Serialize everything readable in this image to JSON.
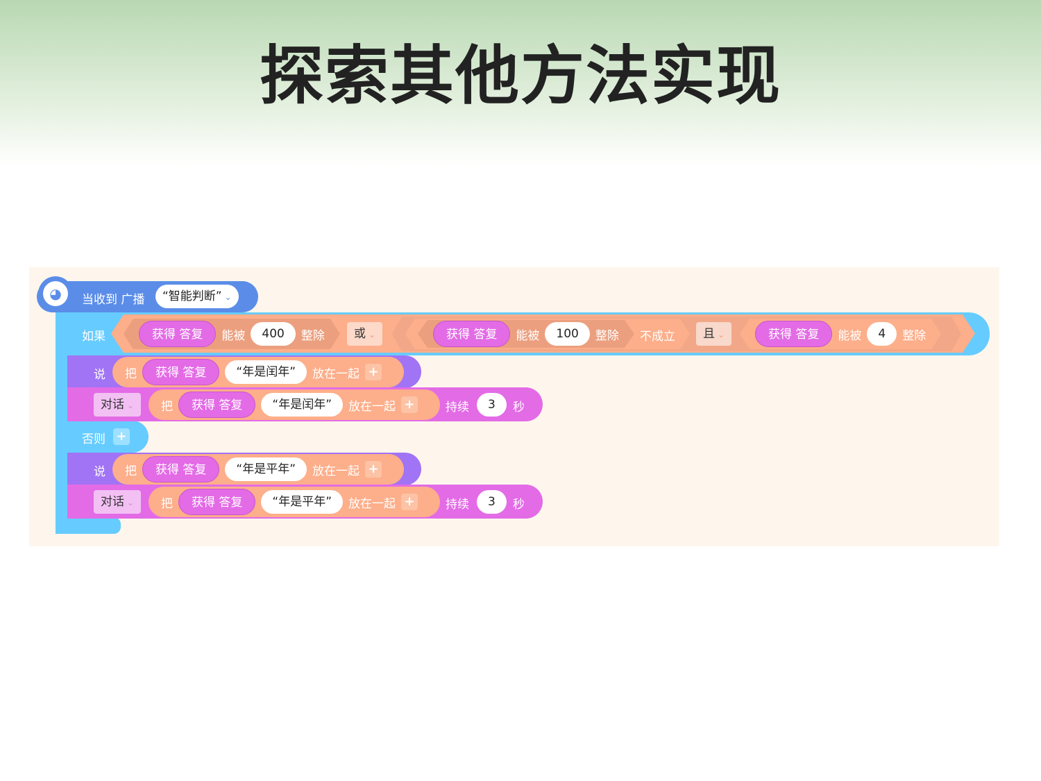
{
  "title": "探索其他方法实现",
  "hat": {
    "label": "当收到 广播",
    "broadcast": "“智能判断”",
    "icon": "broadcast-icon"
  },
  "if_block": {
    "if_label": "如果",
    "else_label": "否则",
    "cond1": {
      "reporter": "获得 答复",
      "divisible": "能被",
      "value": "400",
      "divide": "整除"
    },
    "or_label": "或",
    "cond2": {
      "reporter": "获得 答复",
      "divisible": "能被",
      "value": "100",
      "divide": "整除",
      "not": "不成立"
    },
    "and_label": "且",
    "cond3": {
      "reporter": "获得 答复",
      "divisible": "能被",
      "value": "4",
      "divide": "整除"
    }
  },
  "then": {
    "say": {
      "say": "说",
      "put": "把",
      "reporter": "获得 答复",
      "text": "“年是闰年”",
      "join": "放在一起"
    },
    "dialog": {
      "dropdown": "对话",
      "put": "把",
      "reporter": "获得 答复",
      "text": "“年是闰年”",
      "join": "放在一起",
      "for": "持续",
      "seconds": "3",
      "unit": "秒"
    }
  },
  "else": {
    "say": {
      "say": "说",
      "put": "把",
      "reporter": "获得 答复",
      "text": "“年是平年”",
      "join": "放在一起"
    },
    "dialog": {
      "dropdown": "对话",
      "put": "把",
      "reporter": "获得 答复",
      "text": "“年是平年”",
      "join": "放在一起",
      "for": "持续",
      "seconds": "3",
      "unit": "秒"
    }
  },
  "colors": {
    "hat": "#5b8de8",
    "control": "#66ccff",
    "operator": "#fdae8a",
    "say": "#a173f5",
    "dialog": "#e36be6"
  }
}
